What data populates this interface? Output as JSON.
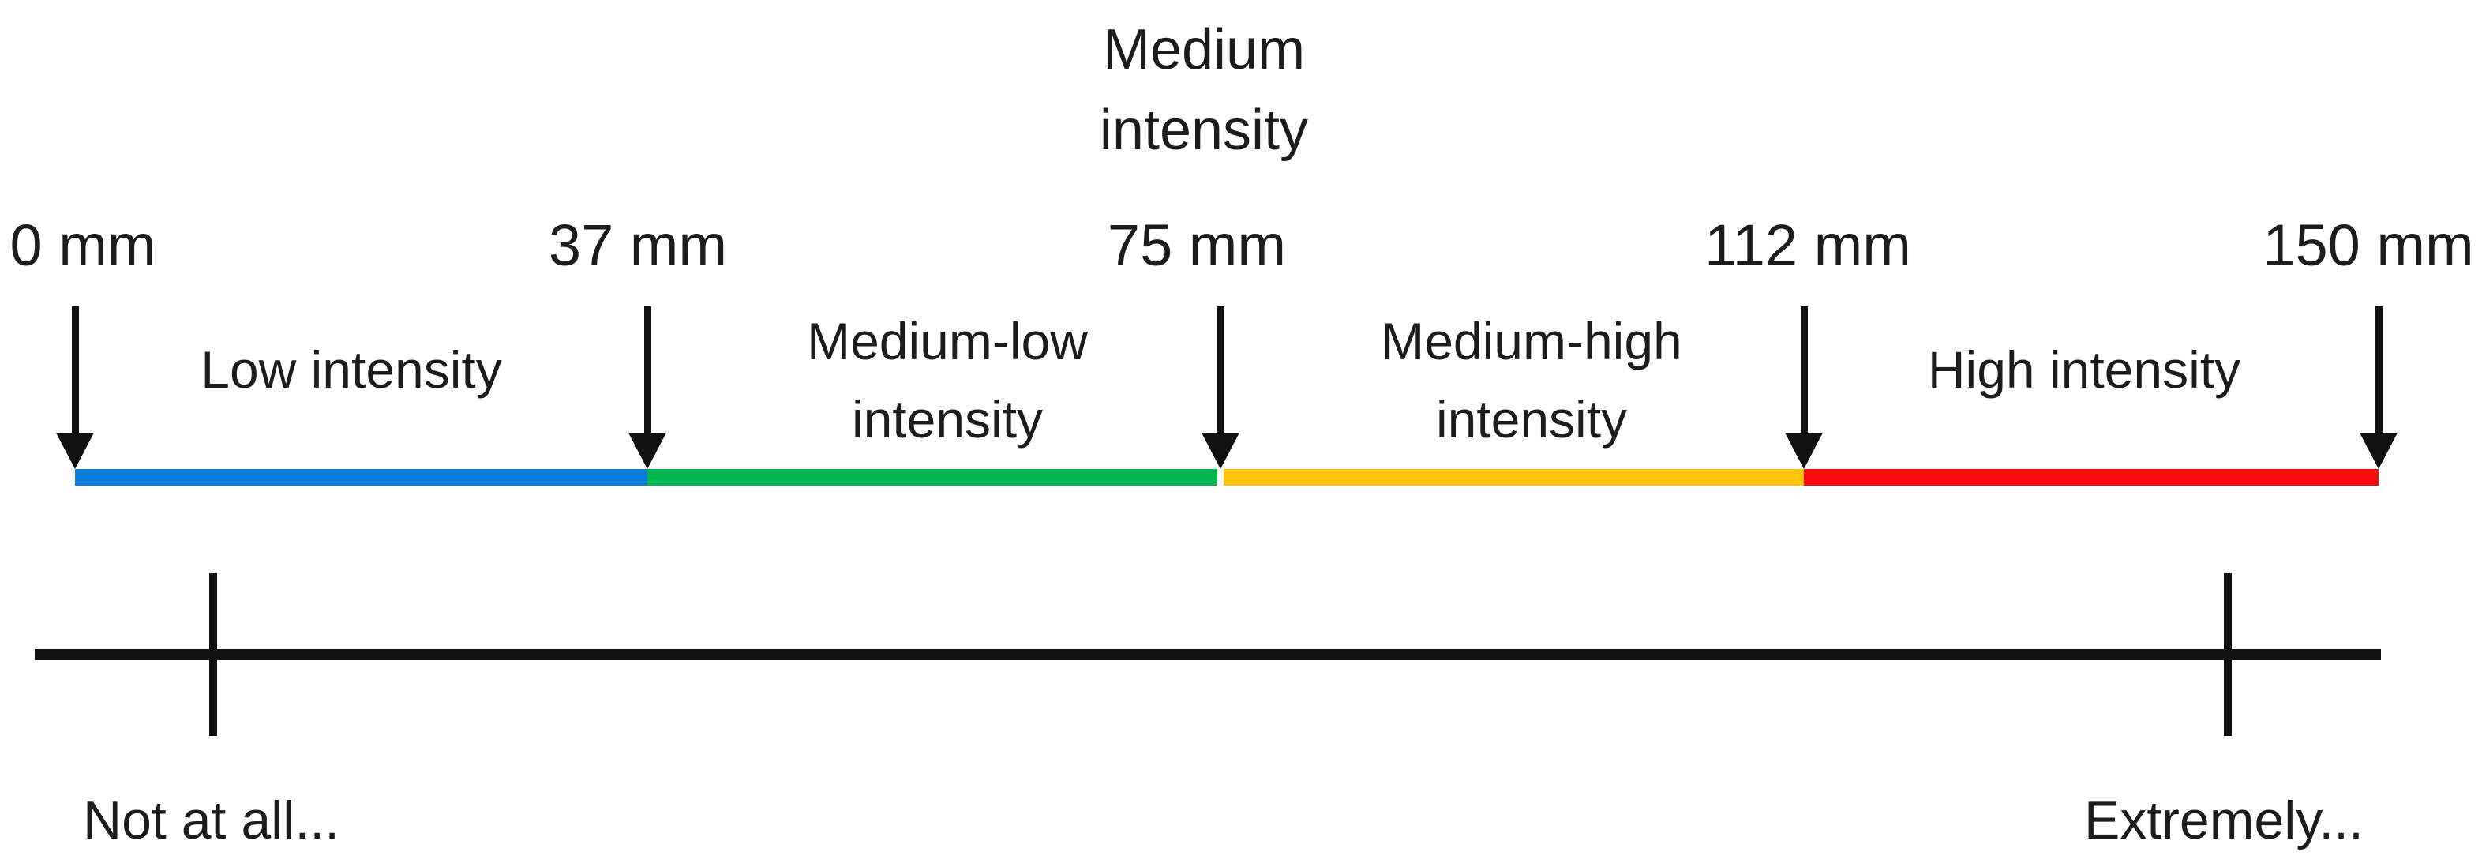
{
  "figure": {
    "background_color": "#ffffff",
    "text_color": "#1c1c1c",
    "line_color": "#111111",
    "scale_length_mm": 150,
    "unit": "mm"
  },
  "top_axis": {
    "peak_label": {
      "line1": "Medium",
      "line2": "intensity"
    },
    "markers": [
      {
        "value_mm": 0,
        "label": "0 mm"
      },
      {
        "value_mm": 37,
        "label": "37 mm"
      },
      {
        "value_mm": 75,
        "label": "75 mm"
      },
      {
        "value_mm": 112,
        "label": "112 mm"
      },
      {
        "value_mm": 150,
        "label": "150 mm"
      }
    ]
  },
  "intensity_bar": {
    "segments": [
      {
        "name": "low",
        "range_mm": [
          0,
          37
        ],
        "color": "#0b7dd8",
        "lines": [
          "Low intensity"
        ]
      },
      {
        "name": "medium-low",
        "range_mm": [
          37,
          75
        ],
        "color": "#00b653",
        "lines": [
          "Medium-low",
          "intensity"
        ]
      },
      {
        "name": "medium-high",
        "range_mm": [
          75,
          112
        ],
        "color": "#ffc408",
        "lines": [
          "Medium-high",
          "intensity"
        ]
      },
      {
        "name": "high",
        "range_mm": [
          112,
          150
        ],
        "color": "#fb0c0c",
        "lines": [
          "High intensity"
        ]
      }
    ]
  },
  "vas_line": {
    "min_label": "Not at all...",
    "max_label": "Extremely..."
  }
}
